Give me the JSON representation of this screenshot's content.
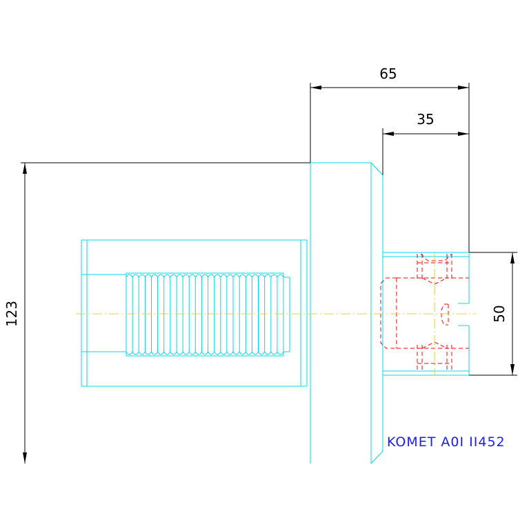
{
  "dimensions": {
    "width_overall": "65",
    "width_inner": "35",
    "height_overall": "123",
    "height_inner": "50"
  },
  "part_label": "KOMET A0I II452",
  "colors": {
    "background": "#ffffff",
    "outline": "#00d8e8",
    "hidden": "#ff0000",
    "centerline": "#e8d800",
    "dimension": "#000000",
    "label": "#1a1aff"
  }
}
